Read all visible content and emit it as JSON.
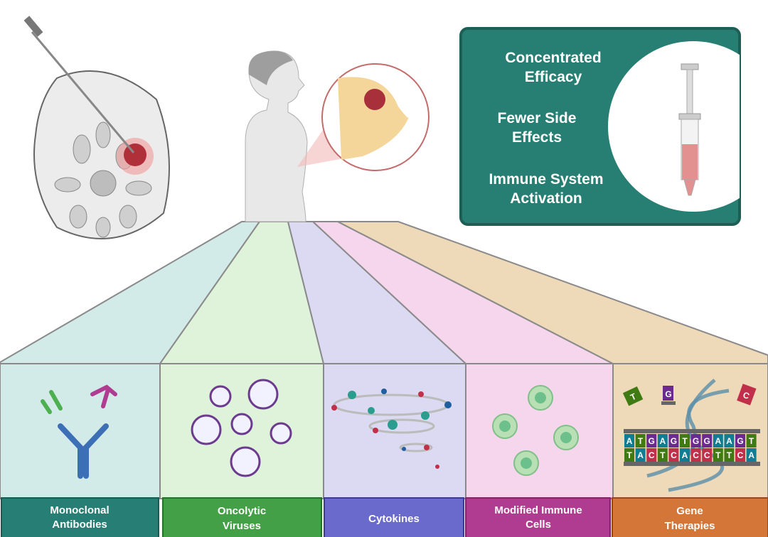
{
  "benefits": {
    "line1a": "Concentrated",
    "line1b": "Efficacy",
    "line2a": "Fewer Side",
    "line2b": "Effects",
    "line3a": "Immune System",
    "line3b": "Activation"
  },
  "therapies": [
    {
      "line1": "Monoclonal",
      "line2": "Antibodies",
      "color": "#267e74",
      "bg": "#d3ebe8"
    },
    {
      "line1": "Oncolytic",
      "line2": "Viruses",
      "color": "#43a046",
      "bg": "#def3d9"
    },
    {
      "line1": "Cytokines",
      "line2": "",
      "color": "#6a6acd",
      "bg": "#dcdaf2"
    },
    {
      "line1": "Modified Immune",
      "line2": "Cells",
      "color": "#b03c92",
      "bg": "#f5d6ec"
    },
    {
      "line1": "Gene",
      "line2": "Therapies",
      "color": "#d47637",
      "bg": "#eed9b8"
    }
  ],
  "dna": {
    "top_strand": [
      "A",
      "T",
      "G",
      "A",
      "G",
      "T",
      "G",
      "G",
      "A",
      "A",
      "G",
      "T"
    ],
    "bottom_strand": [
      "T",
      "A",
      "C",
      "T",
      "C",
      "A",
      "C",
      "C",
      "T",
      "T",
      "C",
      "A"
    ],
    "free_nucleotides": [
      "T",
      "G",
      "C"
    ]
  },
  "colors": {
    "box": "#277f74",
    "A": "#0f7d93",
    "T": "#3f7a12",
    "G": "#6b2a90",
    "C": "#c0304a"
  }
}
